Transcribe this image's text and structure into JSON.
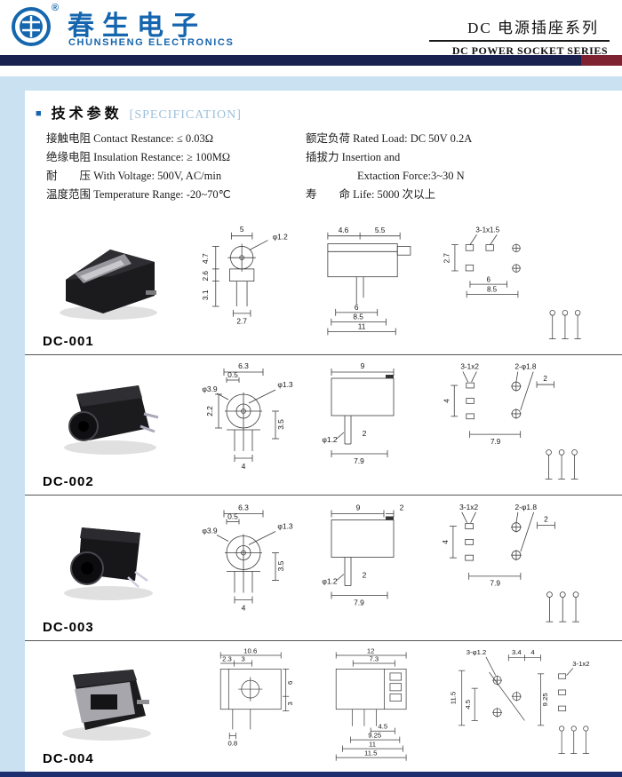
{
  "header": {
    "reg_mark": "®",
    "brand_cn": "春生电子",
    "brand_en": "CHUNSHENG ELECTRONICS",
    "series_cn": "DC 电源插座系列",
    "series_en": "DC POWER SOCKET SERIES"
  },
  "spec": {
    "bullet": "■",
    "title_cn": "技术参数",
    "title_en": "[SPECIFICATION]",
    "left": [
      "接触电阻 Contact Restance: ≤ 0.03Ω",
      "绝缘电阻 Insulation Restance: ≥ 100MΩ",
      "耐　　压 With Voltage: 500V, AC/min",
      "温度范围 Temperature Range: -20~70℃"
    ],
    "right": [
      "额定负荷 Rated Load: DC 50V 0.2A",
      "插拔力 Insertion and",
      "Extaction Force:3~30 N",
      "寿　　命 Life: 5000 次以上"
    ]
  },
  "products": [
    {
      "name": "DC-001",
      "front": [
        "5",
        "φ1.2",
        "4.7",
        "2.6",
        "3.1",
        "2.7"
      ],
      "side": [
        "4.6",
        "5.5",
        "6",
        "8.5",
        "11"
      ],
      "pcb": [
        "3-1x1.5",
        "2.7",
        "6",
        "8.5"
      ]
    },
    {
      "name": "DC-002",
      "front": [
        "6.3",
        "0.5",
        "φ3.9",
        "φ1.3",
        "2.2",
        "3.5",
        "4"
      ],
      "side": [
        "9",
        "φ1.2",
        "2",
        "7.9"
      ],
      "pcb": [
        "3-1x2",
        "2-φ1.8",
        "2",
        "4",
        "7.9"
      ]
    },
    {
      "name": "DC-003",
      "front": [
        "6.3",
        "0.5",
        "φ3.9",
        "φ1.3",
        "3.5",
        "4"
      ],
      "side": [
        "9",
        "2",
        "φ1.2",
        "2",
        "7.9"
      ],
      "pcb": [
        "3-1x2",
        "2-φ1.8",
        "2",
        "4",
        "7.9"
      ]
    },
    {
      "name": "DC-004",
      "front": [
        "10.6",
        "2.3",
        "3",
        "6",
        "3",
        "0.8"
      ],
      "side": [
        "12",
        "7.3",
        "4.5",
        "9.25",
        "11",
        "11.5"
      ],
      "pcb": [
        "3-φ1.2",
        "3.4",
        "4",
        "3-1x2",
        "11.5",
        "4.5",
        "9.25"
      ]
    }
  ]
}
